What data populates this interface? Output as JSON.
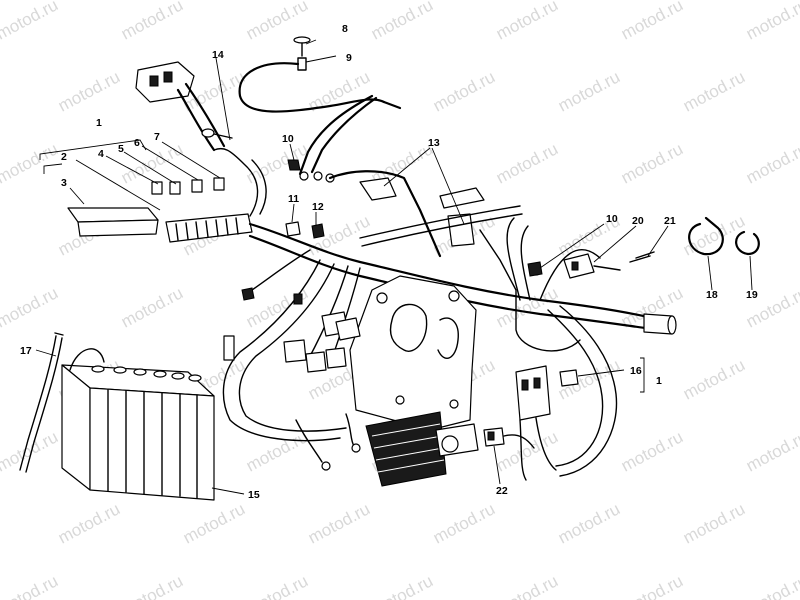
{
  "watermark": "motod.ru",
  "callouts": [
    {
      "id": "c1a",
      "text": "1"
    },
    {
      "id": "c1b",
      "text": "1"
    },
    {
      "id": "c2",
      "text": "2"
    },
    {
      "id": "c3",
      "text": "3"
    },
    {
      "id": "c4",
      "text": "4"
    },
    {
      "id": "c5",
      "text": "5"
    },
    {
      "id": "c6",
      "text": "6"
    },
    {
      "id": "c7",
      "text": "7"
    },
    {
      "id": "c8",
      "text": "8"
    },
    {
      "id": "c9",
      "text": "9"
    },
    {
      "id": "c10a",
      "text": "10"
    },
    {
      "id": "c10b",
      "text": "10"
    },
    {
      "id": "c11",
      "text": "11"
    },
    {
      "id": "c12",
      "text": "12"
    },
    {
      "id": "c13",
      "text": "13"
    },
    {
      "id": "c14",
      "text": "14"
    },
    {
      "id": "c15",
      "text": "15"
    },
    {
      "id": "c16",
      "text": "16"
    },
    {
      "id": "c17",
      "text": "17"
    },
    {
      "id": "c18",
      "text": "18"
    },
    {
      "id": "c19",
      "text": "19"
    },
    {
      "id": "c20",
      "text": "20"
    },
    {
      "id": "c21",
      "text": "21"
    },
    {
      "id": "c22",
      "text": "22"
    }
  ]
}
